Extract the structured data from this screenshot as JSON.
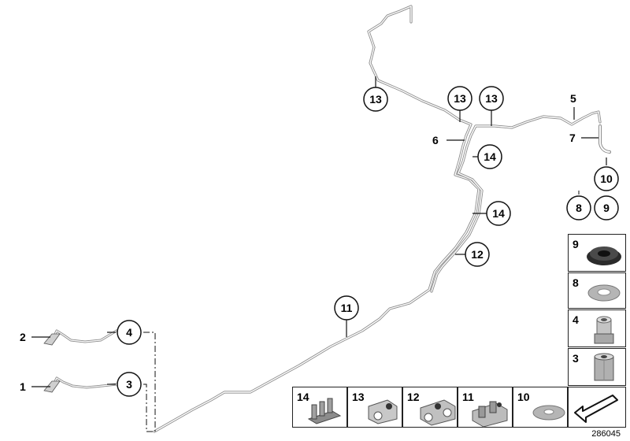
{
  "callouts": {
    "c13a": "13",
    "c13b": "13",
    "c13c": "13",
    "c5": "5",
    "c6": "6",
    "c7": "7",
    "c14a": "14",
    "c14b": "14",
    "c10": "10",
    "c8": "8",
    "c9": "9",
    "c12": "12",
    "c11": "11",
    "c4": "4",
    "c3": "3",
    "c2": "2",
    "c1": "1"
  },
  "legend_right": [
    {
      "num": "9",
      "icon": "grommet-icon"
    },
    {
      "num": "8",
      "icon": "washer-icon"
    },
    {
      "num": "4",
      "icon": "union-nut-icon"
    },
    {
      "num": "3",
      "icon": "hex-connector-icon"
    }
  ],
  "legend_bottom": [
    {
      "num": "14",
      "icon": "pipe-clip-icon"
    },
    {
      "num": "13",
      "icon": "pipe-holder-icon"
    },
    {
      "num": "12",
      "icon": "double-pipe-holder-icon"
    },
    {
      "num": "11",
      "icon": "pipe-clamp-icon"
    },
    {
      "num": "10",
      "icon": "flat-washer-icon"
    },
    {
      "num": "",
      "icon": "direction-arrow-icon"
    }
  ],
  "reference_number": "286045",
  "colors": {
    "line": "#111111",
    "pipe": "#9a9a9a",
    "part_fill": "#b5b5b5"
  }
}
